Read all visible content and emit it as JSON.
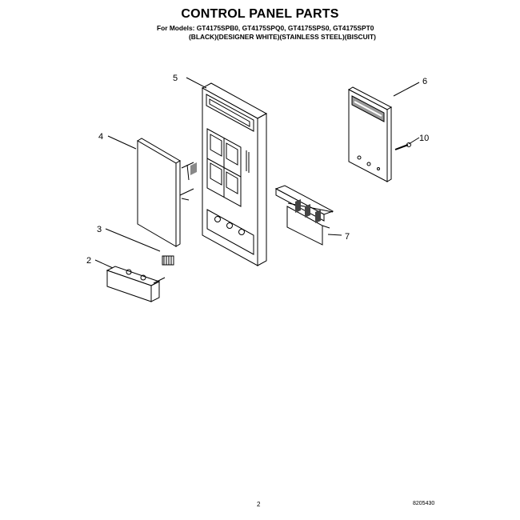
{
  "header": {
    "title": "CONTROL PANEL PARTS",
    "models_line": "For Models: GT4175SPB0, GT4175SPQ0, GT4175SPS0, GT4175SPT0",
    "finishes_line": "(BLACK)(DESIGNER WHITE)(STAINLESS STEEL)(BISCUIT)"
  },
  "callouts": {
    "part_2": "2",
    "part_3": "3",
    "part_4": "4",
    "part_5": "5",
    "part_6": "6",
    "part_7": "7",
    "part_10": "10"
  },
  "footer": {
    "page_number": "2",
    "doc_code": "8205430"
  }
}
